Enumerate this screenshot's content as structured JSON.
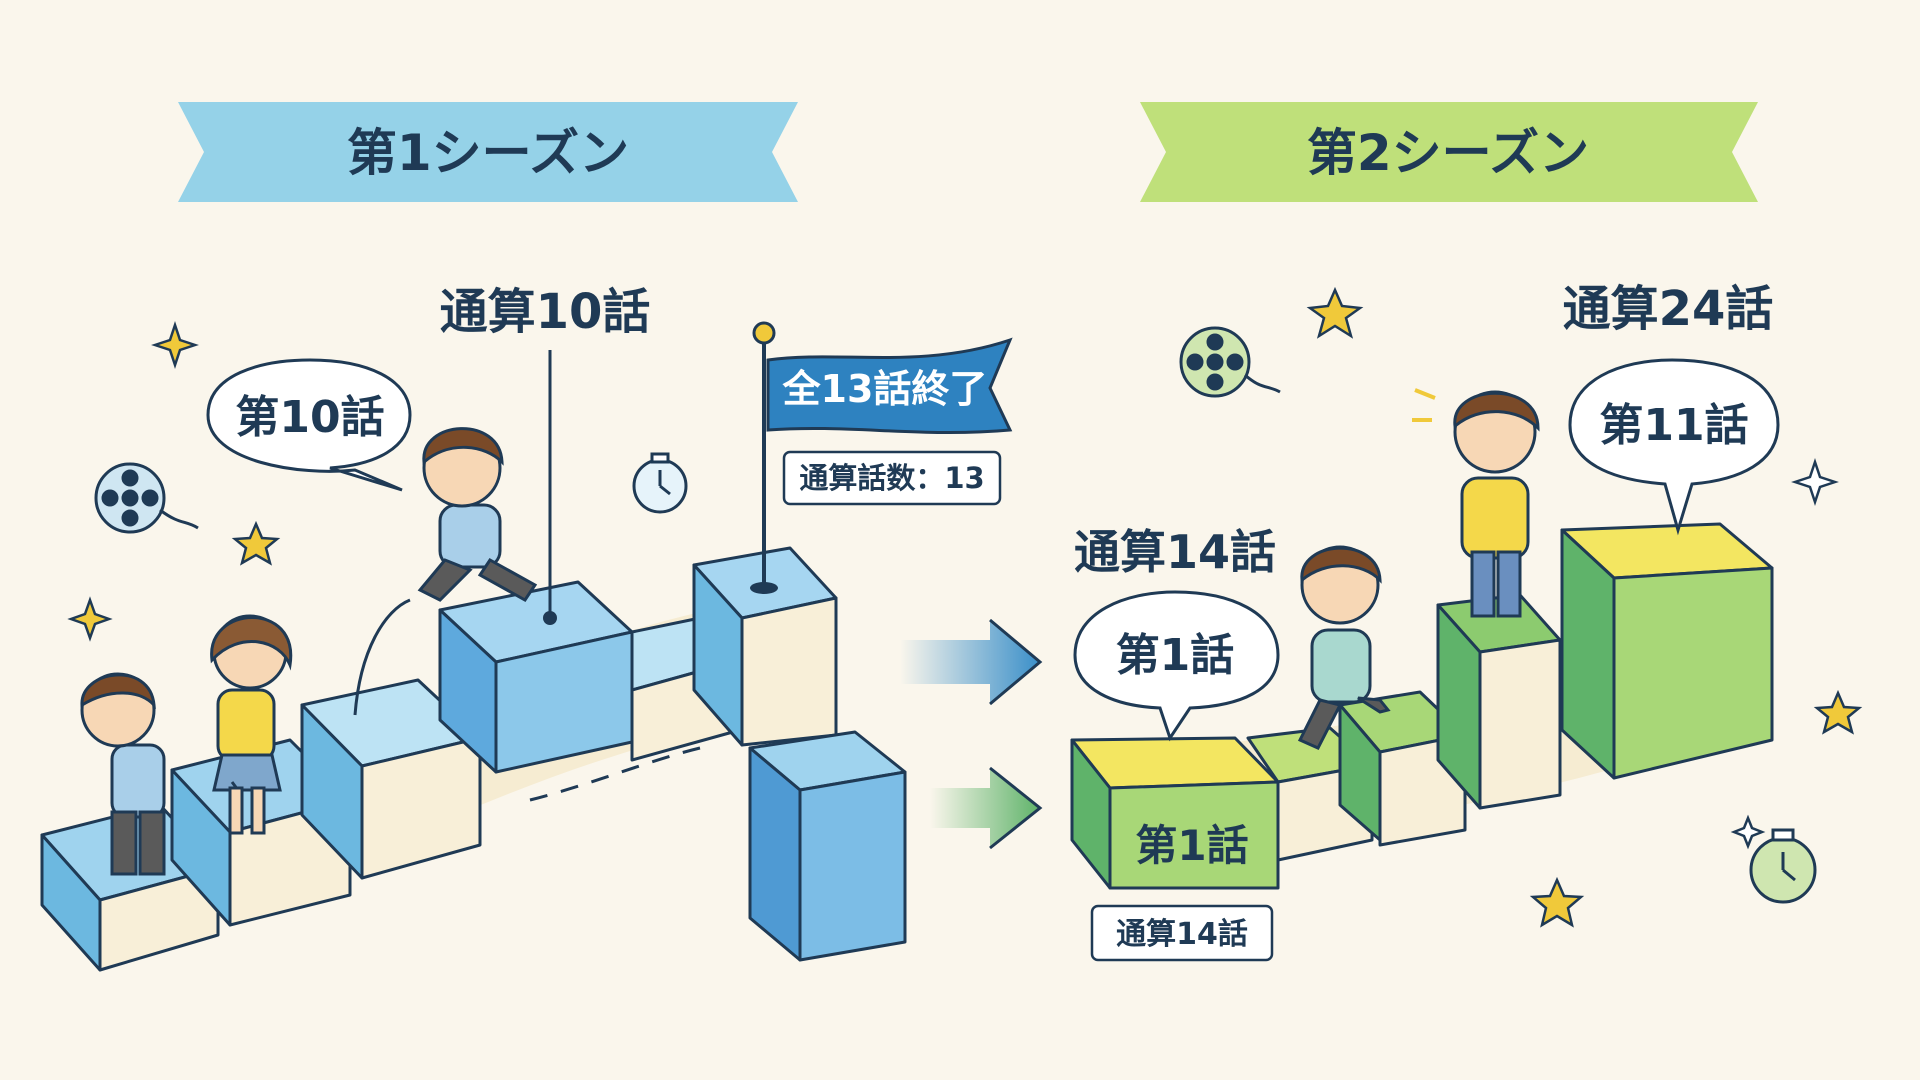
{
  "season1": {
    "banner": "第1シーズン",
    "callout_total": "通算10話",
    "bubble": "第10話",
    "flag": "全13話終了",
    "total_box": "通算話数：13"
  },
  "season2": {
    "banner": "第2シーズン",
    "callout_total_top": "通算24話",
    "callout_total_mid": "通算14話",
    "bubble_top": "第11話",
    "bubble_mid": "第1話",
    "first_step_label": "第1話",
    "total_box": "通算14話"
  },
  "colors": {
    "season1_accent": "#8fd0e6",
    "season2_accent": "#bfe07a",
    "ink": "#1f3a55",
    "background": "#faf6ec"
  }
}
